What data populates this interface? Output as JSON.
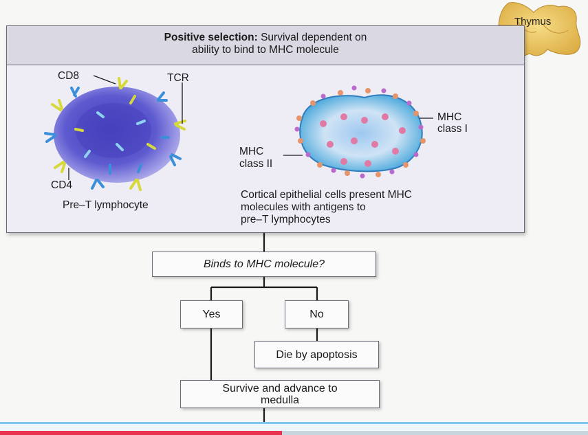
{
  "header": {
    "title_bold": "Positive selection:",
    "title_rest": " Survival dependent on",
    "title_line2": "ability to bind to MHC molecule"
  },
  "labels": {
    "thymus": "Thymus",
    "cd8": "CD8",
    "tcr": "TCR",
    "cd4": "CD4",
    "pre_t": "Pre–T lymphocyte",
    "mhc1_a": "MHC",
    "mhc1_b": "class I",
    "mhc2_a": "MHC",
    "mhc2_b": "class II",
    "cortical_1": "Cortical epithelial cells present MHC",
    "cortical_2": "molecules with antigens to",
    "cortical_3": "pre–T lymphocytes"
  },
  "flow": {
    "question": "Binds to MHC molecule?",
    "yes": "Yes",
    "no": "No",
    "die": "Die by apoptosis",
    "survive_1": "Survive and advance to",
    "survive_2": "medulla"
  },
  "colors": {
    "lymphocyte": "#5b58c9",
    "epithelial": "#4fa6d8",
    "receptor_yellow": "#d7d83a",
    "receptor_blue": "#3b8fd9",
    "mhc_pink": "#e07aa5",
    "video_bar": "#7cc6ef",
    "progress": "#e8334f"
  }
}
